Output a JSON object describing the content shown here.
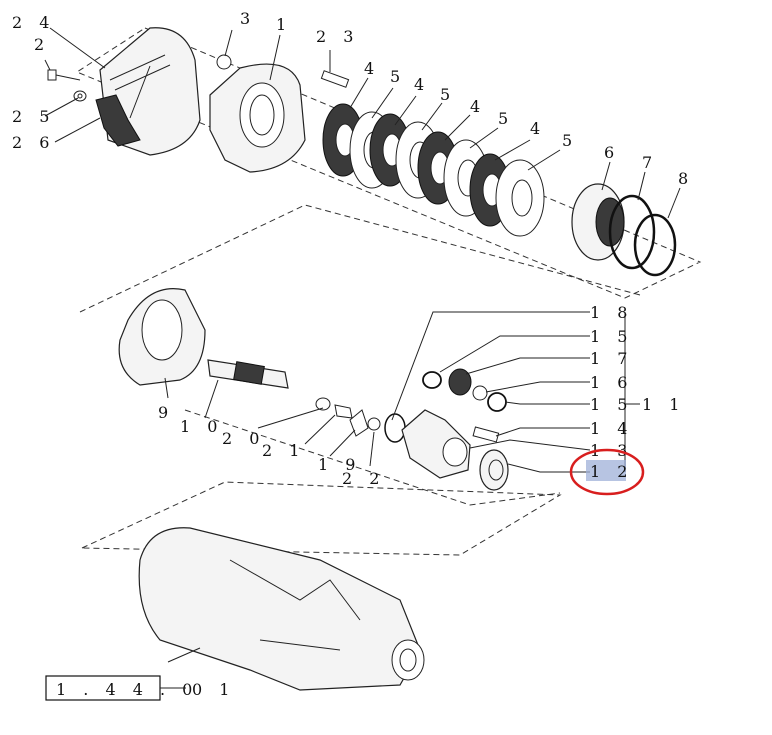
{
  "callouts": {
    "c24": "2 4",
    "c2": "2",
    "c25": "2 5",
    "c26": "2 6",
    "c3": "3",
    "c1": "1",
    "c23": "2 3",
    "c4a": "4",
    "c5a": "5",
    "c4b": "4",
    "c5b": "5",
    "c4c": "4",
    "c5c": "5",
    "c4d": "4",
    "c5d": "5",
    "c6": "6",
    "c7": "7",
    "c8": "8",
    "c9": "9",
    "c10": "1 0",
    "c20": "2 0",
    "c21": "2 1",
    "c19": "1 9",
    "c22": "2 2",
    "c18": "1 8",
    "c15a": "1 5",
    "c17": "1 7",
    "c16": "1 6",
    "c15b": "1 5",
    "c14": "1 4",
    "c13": "1 3",
    "c12": "1 2",
    "c11": "1 1"
  },
  "reference_box": {
    "label": "1 . 4 4 . 0",
    "suffix": "0 1"
  },
  "highlight": {
    "selected_callout": "1 2",
    "highlight_color": "#9fb0d8",
    "circle_color": "#d81e1e"
  }
}
